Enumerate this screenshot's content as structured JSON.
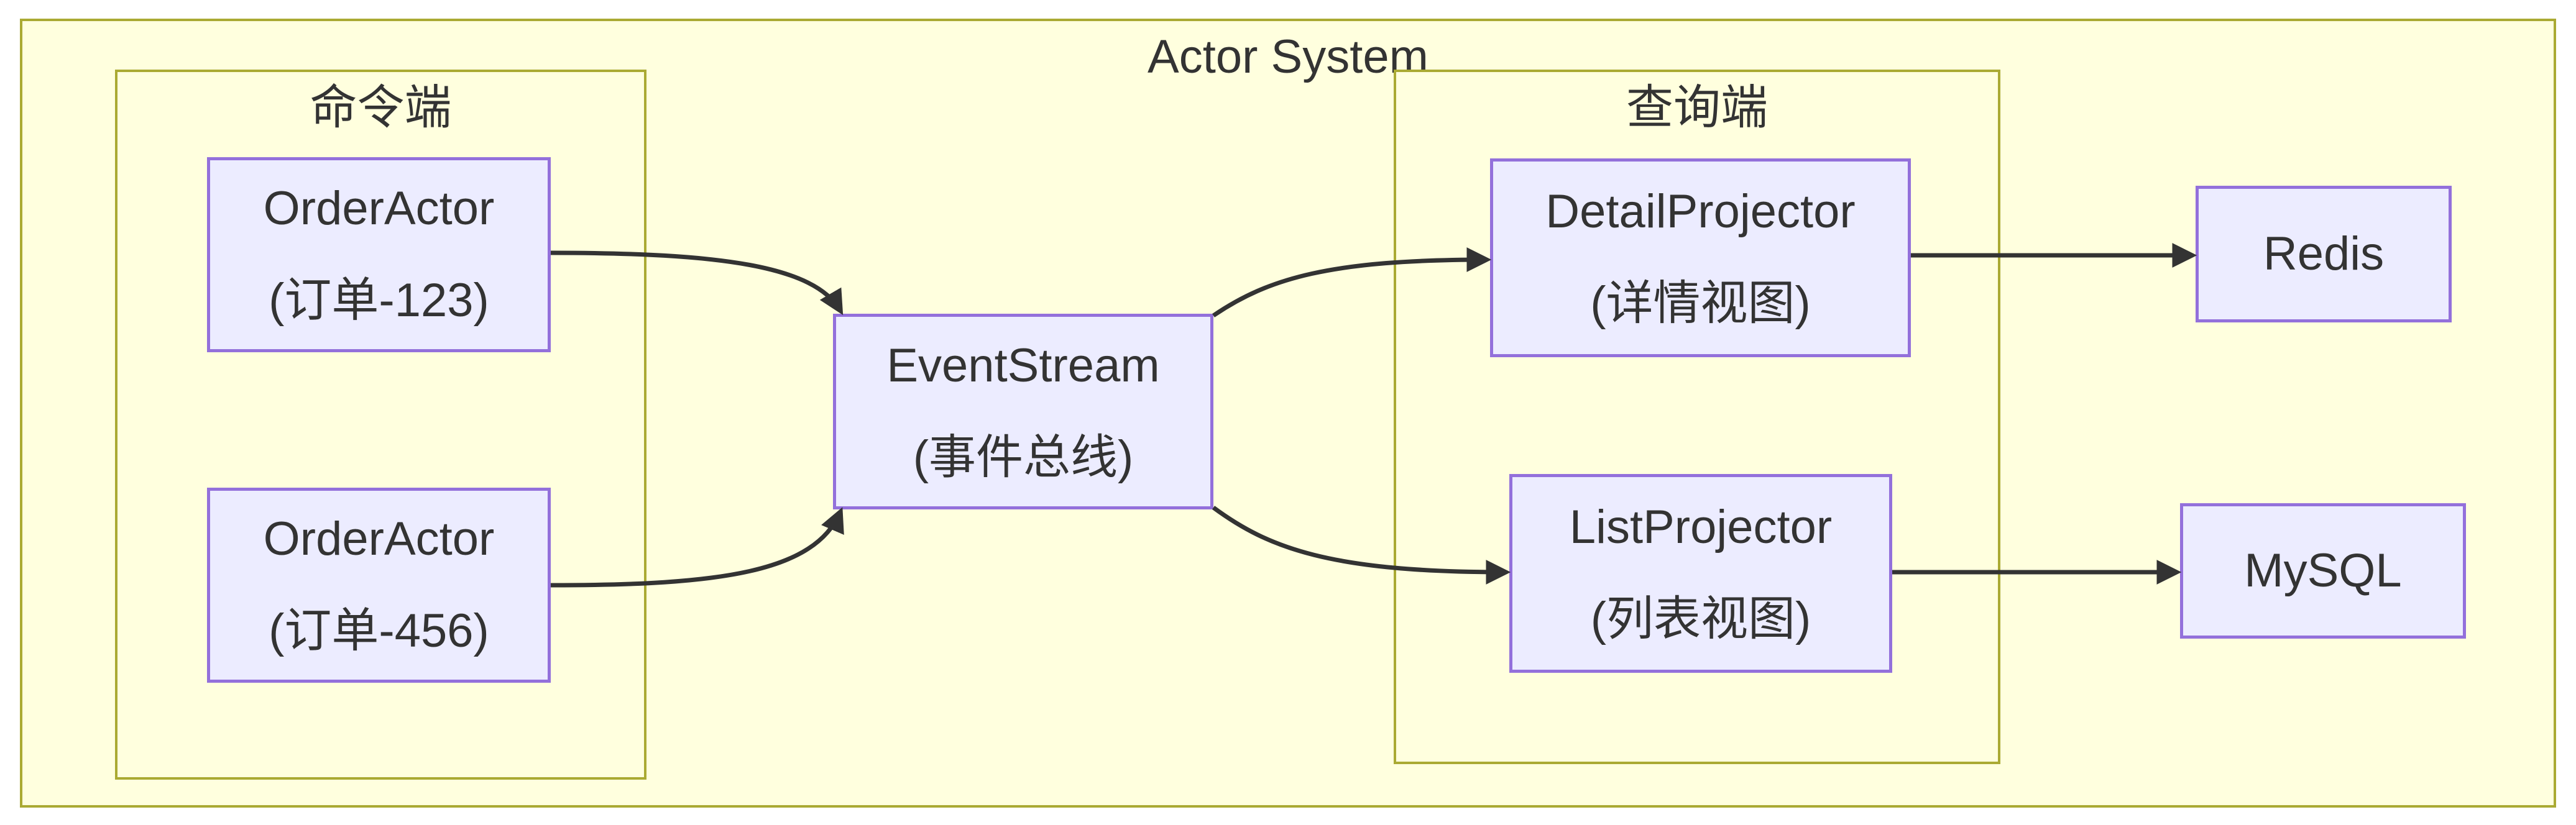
{
  "diagram": {
    "title": "Actor System",
    "clusters": [
      {
        "label": "命令端"
      },
      {
        "label": "查询端"
      }
    ],
    "nodes": [
      {
        "name": "order-actor-123",
        "line1": "OrderActor",
        "line2": "(订单-123)"
      },
      {
        "name": "order-actor-456",
        "line1": "OrderActor",
        "line2": "(订单-456)"
      },
      {
        "name": "event-stream",
        "line1": "EventStream",
        "line2": "(事件总线)"
      },
      {
        "name": "detail-projector",
        "line1": "DetailProjector",
        "line2": "(详情视图)"
      },
      {
        "name": "list-projector",
        "line1": "ListProjector",
        "line2": "(列表视图)"
      },
      {
        "name": "redis",
        "line1": "Redis"
      },
      {
        "name": "mysql",
        "line1": "MySQL"
      }
    ],
    "edges": [
      {
        "from": "OrderActor (订单-123)",
        "to": "EventStream (事件总线)"
      },
      {
        "from": "OrderActor (订单-456)",
        "to": "EventStream (事件总线)"
      },
      {
        "from": "EventStream (事件总线)",
        "to": "DetailProjector (详情视图)"
      },
      {
        "from": "EventStream (事件总线)",
        "to": "ListProjector (列表视图)"
      },
      {
        "from": "DetailProjector (详情视图)",
        "to": "Redis"
      },
      {
        "from": "ListProjector (列表视图)",
        "to": "MySQL"
      }
    ],
    "colors": {
      "canvas": "#ffffff",
      "clusterFill": "#ffffde",
      "clusterBorder": "#aaaa33",
      "nodeFill": "#ececff",
      "nodeBorder": "#9370db",
      "edge": "#333333",
      "text": "#333333"
    }
  }
}
